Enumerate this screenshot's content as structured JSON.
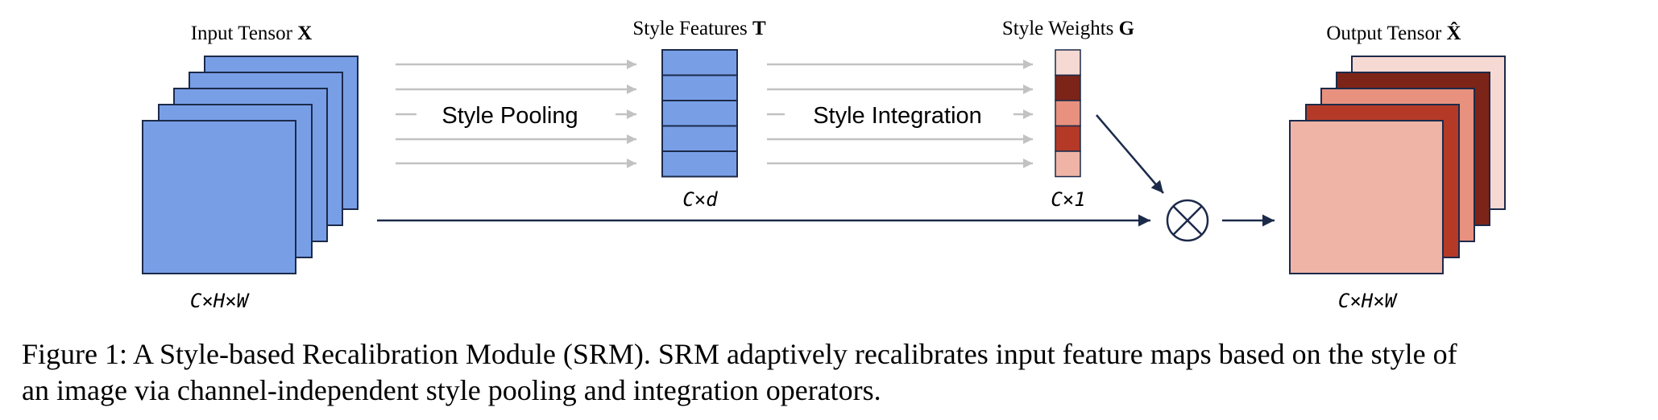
{
  "labels": {
    "input_title": "Input Tensor ",
    "input_symbol": "X",
    "input_dims": "C×H×W",
    "features_title": "Style Features ",
    "features_symbol": "T",
    "features_dims": "C×d",
    "weights_title": "Style Weights ",
    "weights_symbol": "G",
    "weights_dims": "C×1",
    "output_title": "Output Tensor ",
    "output_symbol": "X̂",
    "output_dims": "C×H×W"
  },
  "operations": {
    "pooling": "Style Pooling",
    "integration": "Style Integration"
  },
  "caption": {
    "line1": "Figure 1: A Style-based Recalibration Module (SRM). SRM adaptively recalibrates input feature maps based on the style of",
    "line2": "an image via channel-independent style pooling and integration operators."
  },
  "colors": {
    "blue": "#789fe6",
    "navy": "#1c2a4a",
    "gray_arrow": "#c2c2c2",
    "weight_cells": [
      "#f7d9d3",
      "#7d2418",
      "#e8917f",
      "#b43a27",
      "#efb4a6"
    ],
    "output_layers": [
      "#f7d9d3",
      "#7d2418",
      "#e8917f",
      "#b43a27",
      "#efb4a6"
    ]
  }
}
